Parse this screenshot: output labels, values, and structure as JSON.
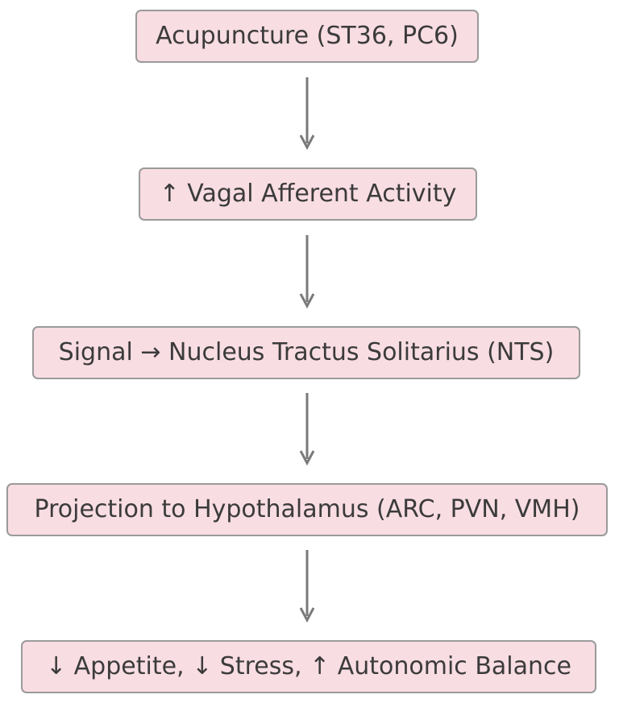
{
  "diagram": {
    "type": "flowchart",
    "direction": "top-to-bottom",
    "colors": {
      "node_fill": "#f8dde3",
      "node_border": "#9a9a9a",
      "text": "#3b3b3b",
      "arrow": "#7a7a7a"
    },
    "nodes": [
      {
        "id": "acupuncture",
        "label": "Acupuncture (ST36, PC6)"
      },
      {
        "id": "vagal",
        "label": "↑ Vagal Afferent Activity"
      },
      {
        "id": "nts",
        "label": "Signal → Nucleus Tractus Solitarius (NTS)"
      },
      {
        "id": "hypothalamus",
        "label": "Projection to Hypothalamus (ARC, PVN, VMH)"
      },
      {
        "id": "outcome",
        "label": "↓ Appetite, ↓ Stress, ↑ Autonomic Balance"
      }
    ],
    "edges": [
      {
        "from": "acupuncture",
        "to": "vagal"
      },
      {
        "from": "vagal",
        "to": "nts"
      },
      {
        "from": "nts",
        "to": "hypothalamus"
      },
      {
        "from": "hypothalamus",
        "to": "outcome"
      }
    ]
  }
}
